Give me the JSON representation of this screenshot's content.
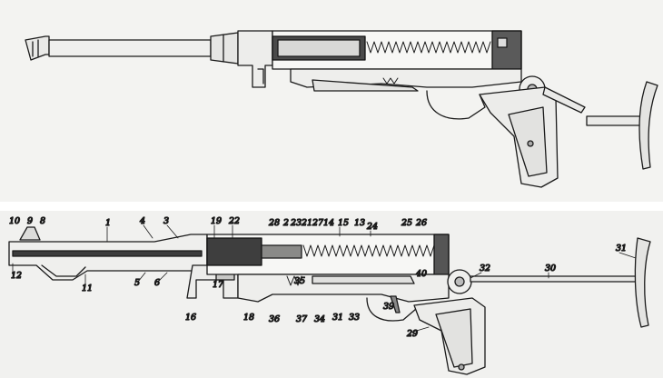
{
  "diagram": {
    "top_view": {
      "labels": []
    },
    "bottom_view": {
      "callouts": [
        "10",
        "9",
        "8",
        "1",
        "4",
        "3",
        "19",
        "22",
        "28",
        "2",
        "23",
        "21",
        "27",
        "14",
        "15",
        "13",
        "24",
        "25",
        "26",
        "12",
        "11",
        "5",
        "6",
        "17",
        "16",
        "18",
        "35",
        "36",
        "37",
        "34",
        "31",
        "33",
        "40",
        "39",
        "32",
        "30",
        "31",
        "29"
      ]
    }
  }
}
